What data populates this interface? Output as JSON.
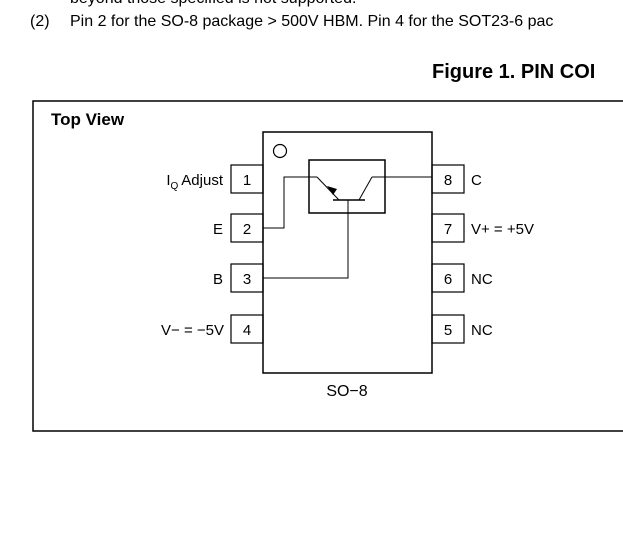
{
  "footnote_prev": "beyond those specified is not supported.",
  "footnote": {
    "number": "(2)",
    "text": "Pin 2 for the SO-8 package > 500V HBM. Pin 4 for the SOT23-6 pac"
  },
  "figure_title": "Figure 1.  PIN COI",
  "diagram": {
    "view_label": "Top View",
    "package_label": "SO−8",
    "left_pins": [
      {
        "number": "1",
        "label": "Adjust",
        "label_prefix": "I",
        "label_sub": "Q"
      },
      {
        "number": "2",
        "label": "E"
      },
      {
        "number": "3",
        "label": "B"
      },
      {
        "number": "4",
        "label": "V− = −5V"
      }
    ],
    "right_pins": [
      {
        "number": "8",
        "label": "C"
      },
      {
        "number": "7",
        "label": "V+ = +5V"
      },
      {
        "number": "6",
        "label": "NC"
      },
      {
        "number": "5",
        "label": "NC"
      }
    ]
  }
}
